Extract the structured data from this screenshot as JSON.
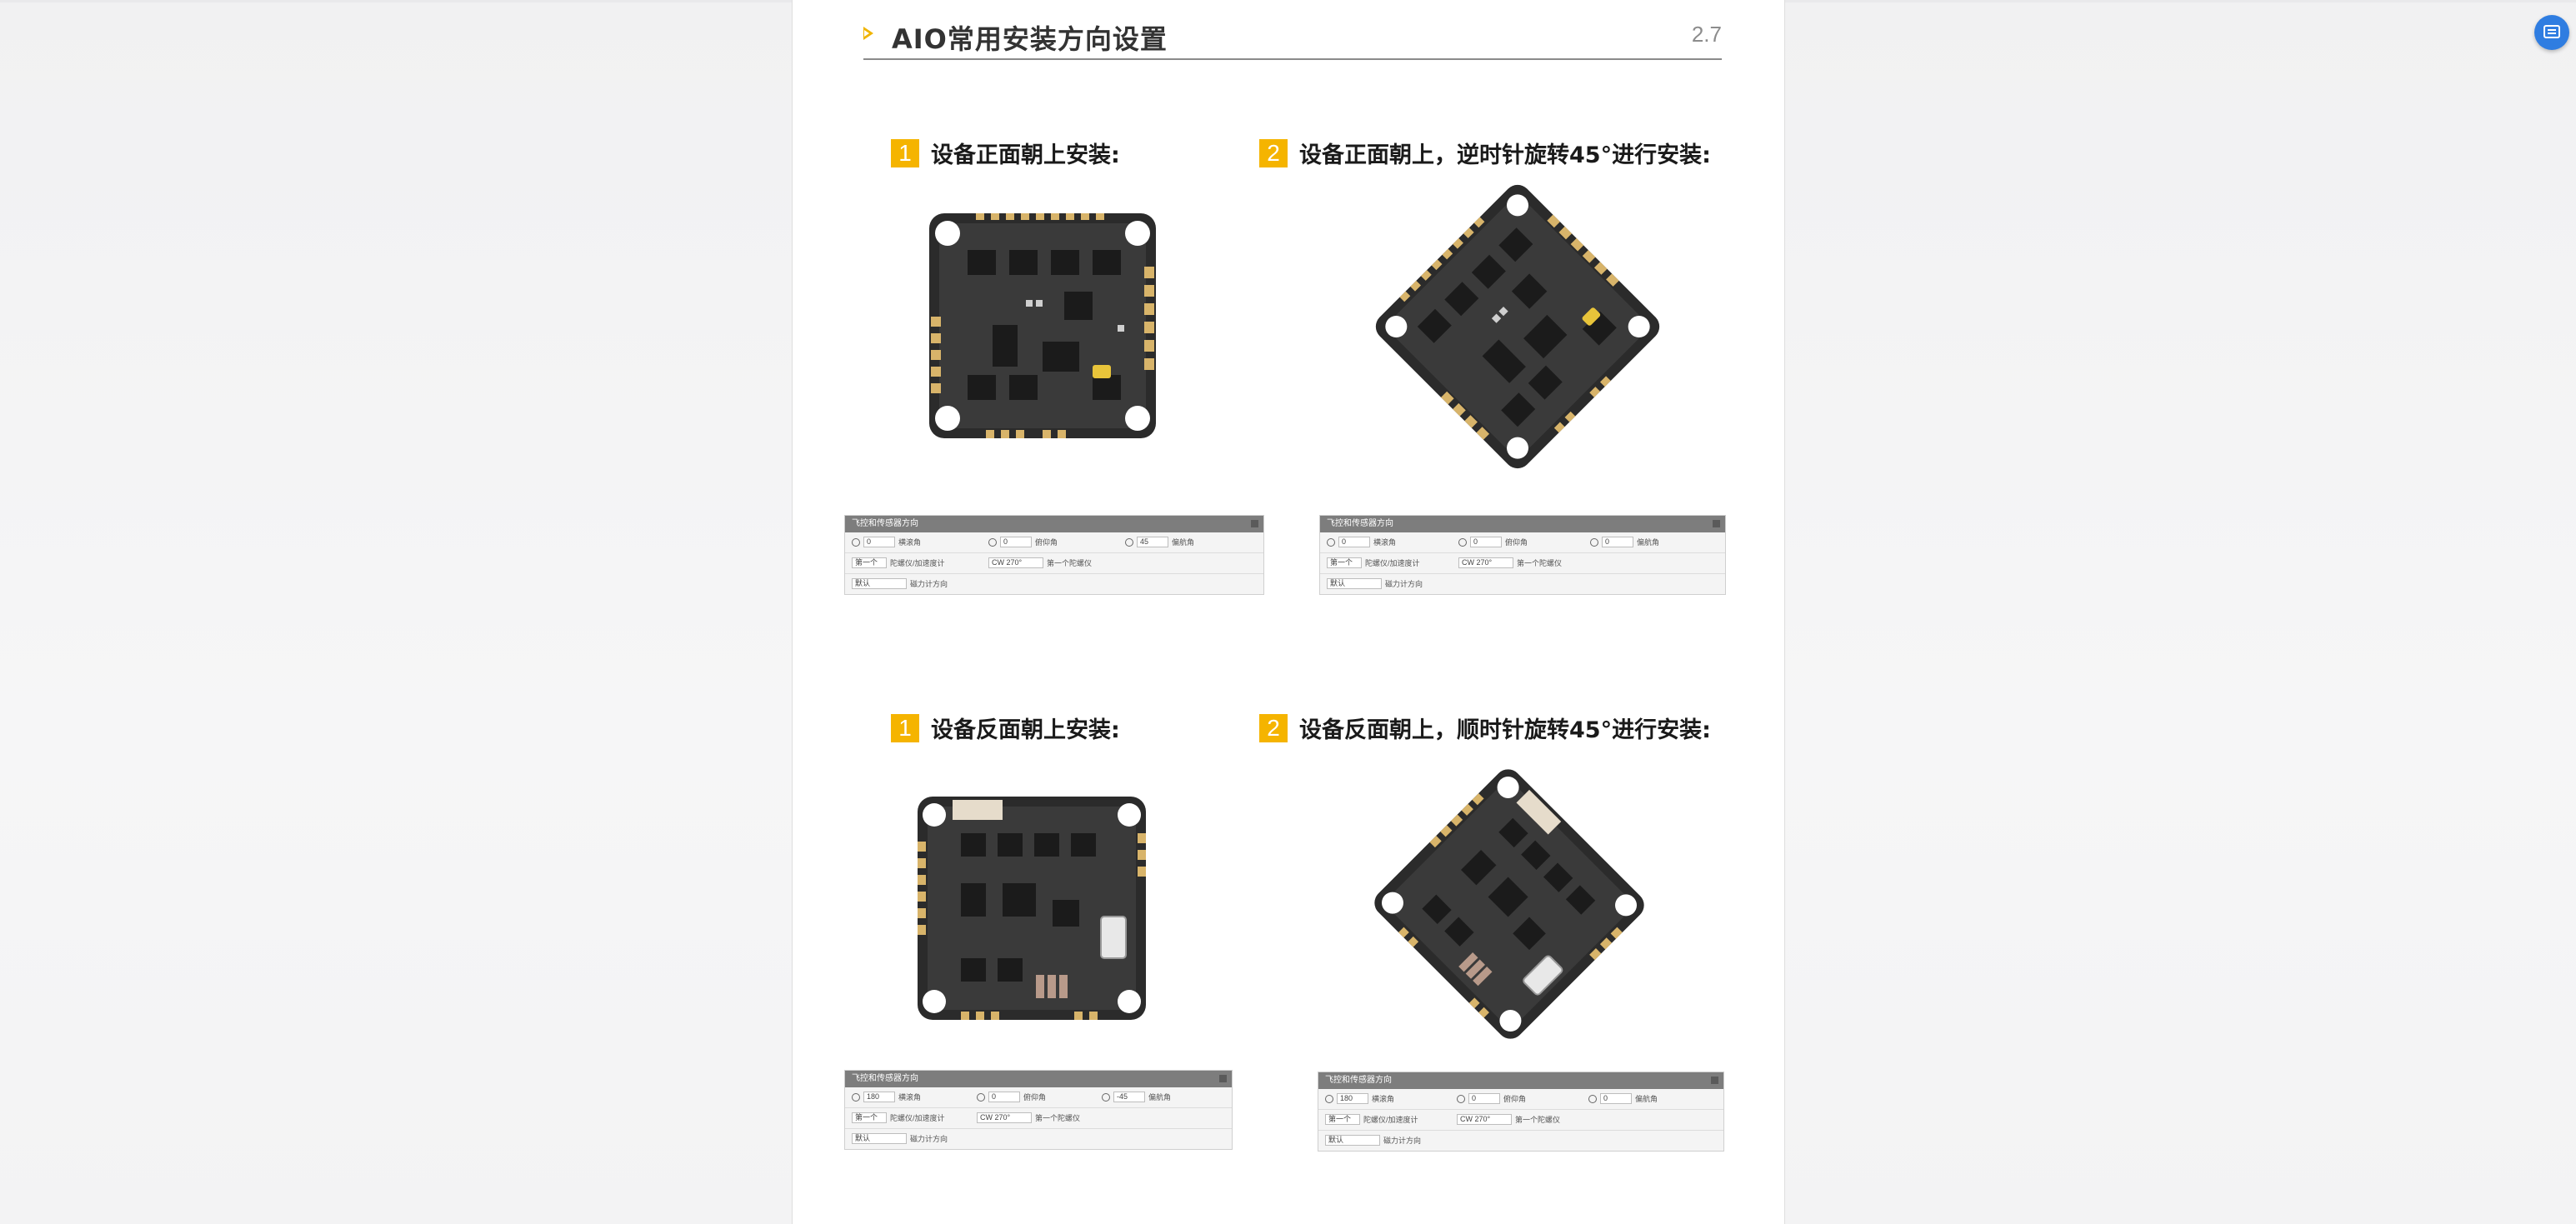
{
  "header": {
    "title": "AIO常用安装方向设置",
    "page_number": "2.7"
  },
  "sections": [
    {
      "badge": "1",
      "title": "设备正面朝上安装:"
    },
    {
      "badge": "2",
      "title": "设备正面朝上，逆时针旋转45°进行安装:"
    },
    {
      "badge": "1",
      "title": "设备反面朝上安装:"
    },
    {
      "badge": "2",
      "title": "设备反面朝上，顺时针旋转45°进行安装:"
    }
  ],
  "panels": [
    {
      "header": "飞控和传感器方向",
      "roll": "0",
      "roll_label": "横滚角",
      "pitch": "0",
      "pitch_label": "俯仰角",
      "yaw": "45",
      "yaw_label": "偏航角",
      "board_select": "第一个",
      "board_label": "陀螺仪/加速度计",
      "align": "CW 270°",
      "align_label": "第一个陀螺仪",
      "mag_select": "默认",
      "mag_label": "磁力计方向"
    },
    {
      "header": "飞控和传感器方向",
      "roll": "0",
      "roll_label": "横滚角",
      "pitch": "0",
      "pitch_label": "俯仰角",
      "yaw": "0",
      "yaw_label": "偏航角",
      "board_select": "第一个",
      "board_label": "陀螺仪/加速度计",
      "align": "CW 270°",
      "align_label": "第一个陀螺仪",
      "mag_select": "默认",
      "mag_label": "磁力计方向"
    },
    {
      "header": "飞控和传感器方向",
      "roll": "180",
      "roll_label": "横滚角",
      "pitch": "0",
      "pitch_label": "俯仰角",
      "yaw": "-45",
      "yaw_label": "偏航角",
      "board_select": "第一个",
      "board_label": "陀螺仪/加速度计",
      "align": "CW 270°",
      "align_label": "第一个陀螺仪",
      "mag_select": "默认",
      "mag_label": "磁力计方向"
    },
    {
      "header": "飞控和传感器方向",
      "roll": "180",
      "roll_label": "横滚角",
      "pitch": "0",
      "pitch_label": "俯仰角",
      "yaw": "0",
      "yaw_label": "偏航角",
      "board_select": "第一个",
      "board_label": "陀螺仪/加速度计",
      "align": "CW 270°",
      "align_label": "第一个陀螺仪",
      "mag_select": "默认",
      "mag_label": "磁力计方向"
    }
  ],
  "images": [
    {
      "icon": "flight-controller-board-top"
    },
    {
      "icon": "flight-controller-board-top-rotated"
    },
    {
      "icon": "flight-controller-board-bottom"
    },
    {
      "icon": "flight-controller-board-bottom-rotated"
    }
  ],
  "colors": {
    "accent": "#f5b400",
    "board": "#2a2a2a",
    "pad": "#d8b46a",
    "fab": "#2f7de1"
  }
}
